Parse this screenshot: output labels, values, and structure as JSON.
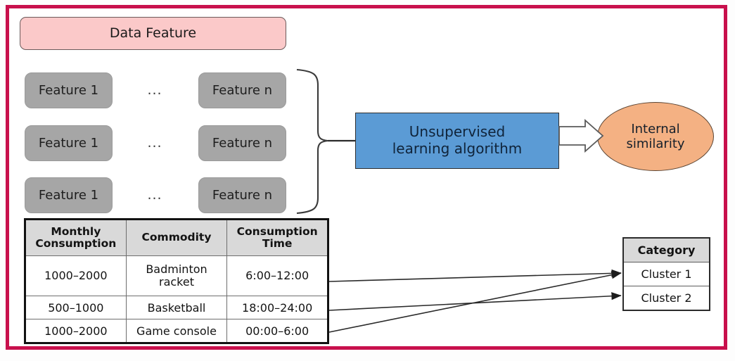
{
  "frame": {
    "border_color": "#c8104c",
    "background": "#ffffff"
  },
  "diagram": {
    "title_box": {
      "label": "Data Feature",
      "color": "#fbc9c9"
    },
    "feature_rows": [
      {
        "first": "Feature 1",
        "ellipsis": "...",
        "last": "Feature n"
      },
      {
        "first": "Feature 1",
        "ellipsis": "...",
        "last": "Feature n"
      },
      {
        "first": "Feature 1",
        "ellipsis": "...",
        "last": "Feature n"
      }
    ],
    "algorithm_box": {
      "line1": "Unsupervised",
      "line2": "learning algorithm",
      "color": "#5b9bd5"
    },
    "output_ellipse": {
      "line1": "Internal",
      "line2": "similarity",
      "color": "#f4b183"
    },
    "data_table": {
      "headers": [
        {
          "line1": "Monthly",
          "line2": "Consumption"
        },
        {
          "line1": "Commodity",
          "line2": ""
        },
        {
          "line1": "Consumption",
          "line2": "Time"
        }
      ],
      "rows": [
        {
          "consumption": "1000–2000",
          "commodity_line1": "Badminton",
          "commodity_line2": "racket",
          "time": "6:00–12:00"
        },
        {
          "consumption": "500–1000",
          "commodity_line1": "Basketball",
          "commodity_line2": "",
          "time": "18:00–24:00"
        },
        {
          "consumption": "1000–2000",
          "commodity_line1": "Game console",
          "commodity_line2": "",
          "time": "00:00–6:00"
        }
      ]
    },
    "category_table": {
      "header": "Category",
      "rows": [
        "Cluster 1",
        "Cluster 2"
      ]
    },
    "connectors": {
      "brace": "curly-brace-grouping-features",
      "block_arrow": "hollow-block-arrow-algorithm-to-similarity",
      "row_arrows": [
        {
          "from_row": 1,
          "to_cluster": "Cluster 1"
        },
        {
          "from_row": 2,
          "to_cluster": "Cluster 2"
        },
        {
          "from_row": 3,
          "to_cluster": "Cluster 1"
        }
      ]
    }
  }
}
